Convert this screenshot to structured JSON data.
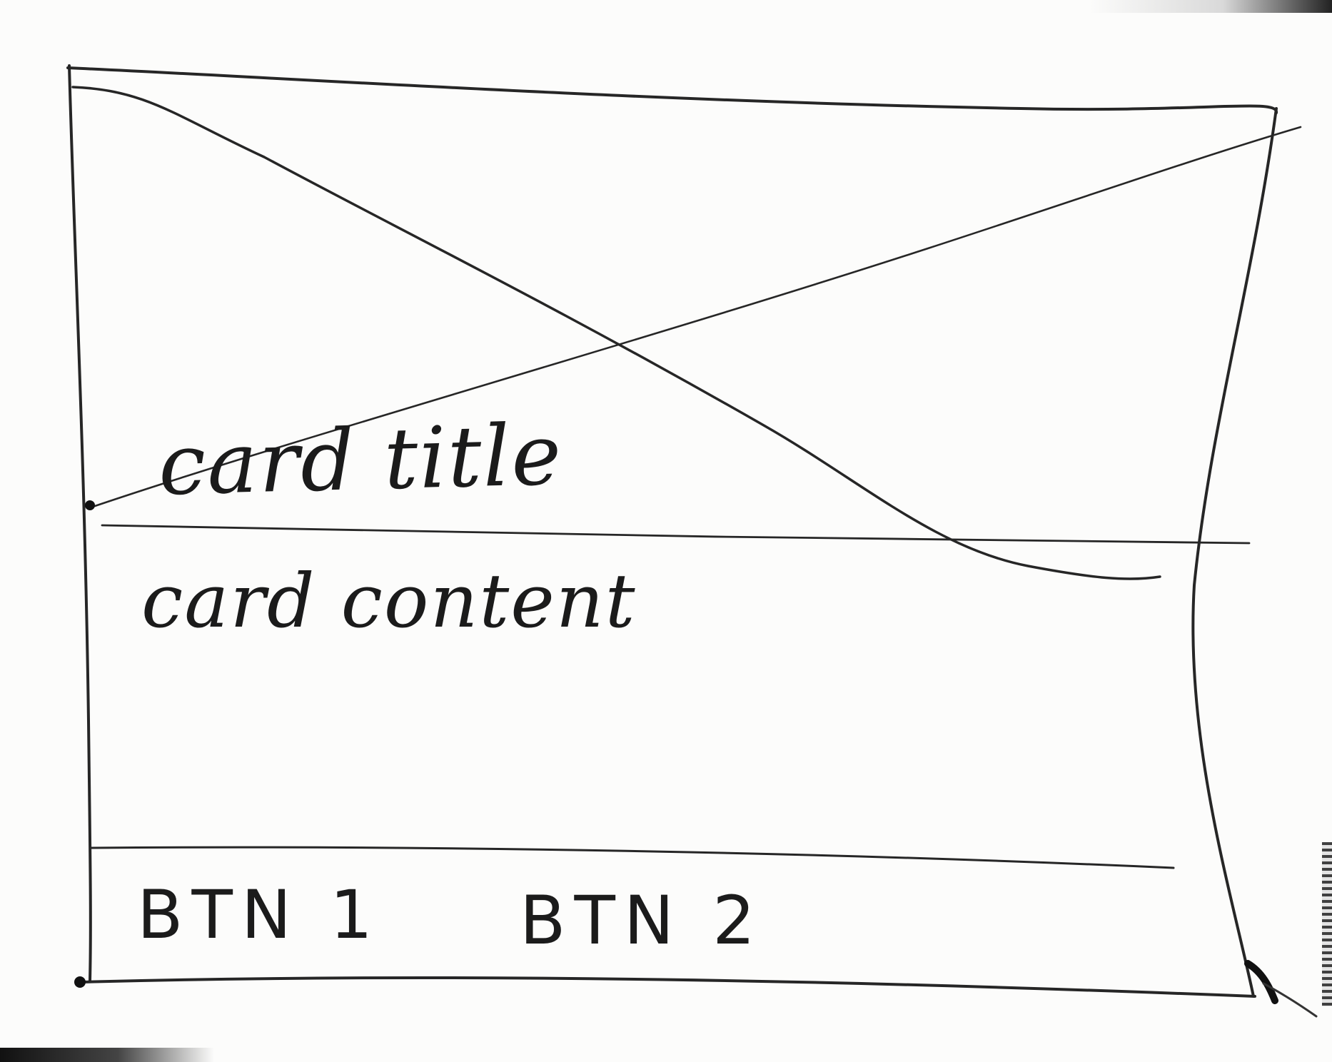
{
  "card": {
    "title": "card title",
    "content": "card content",
    "buttons": [
      {
        "label": "BTN 1"
      },
      {
        "label": "BTN 2"
      }
    ]
  },
  "image_placeholder": {
    "icon": "image-placeholder-icon"
  },
  "colors": {
    "ink": "#1b1b1b",
    "paper": "#fcfcfb"
  }
}
